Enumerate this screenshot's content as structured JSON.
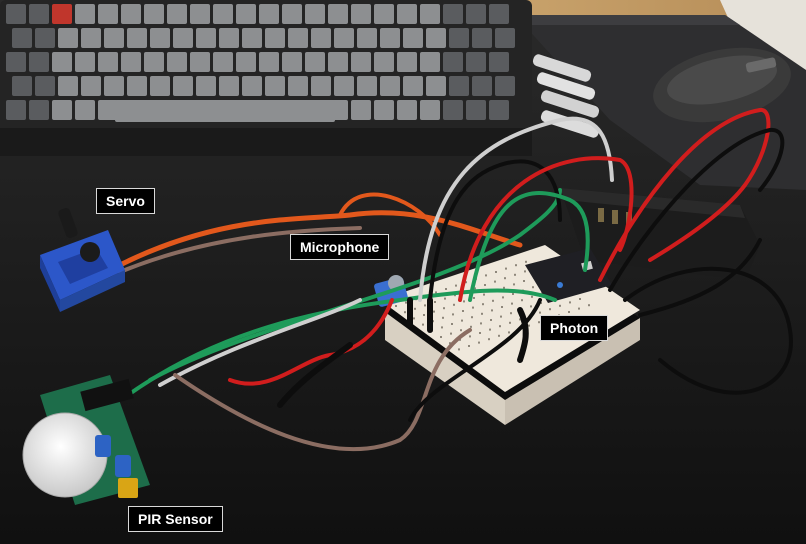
{
  "labels": {
    "servo": "Servo",
    "microphone": "Microphone",
    "photon": "Photon",
    "pir_sensor": "PIR Sensor"
  },
  "colors": {
    "desk": "#141414",
    "keyboard_case": "#2b2b2b",
    "key_gray": "#8d8f91",
    "key_dark": "#5a5c5f",
    "breadboard": "#e9e2d6",
    "servo_blue": "#2c57c9",
    "wire_red": "#d11d1d",
    "wire_black": "#0d0d0d",
    "wire_green": "#1e9b5a",
    "wire_white": "#cfcfcf",
    "wire_brown": "#8b6d62",
    "wire_orange": "#e2581c"
  }
}
